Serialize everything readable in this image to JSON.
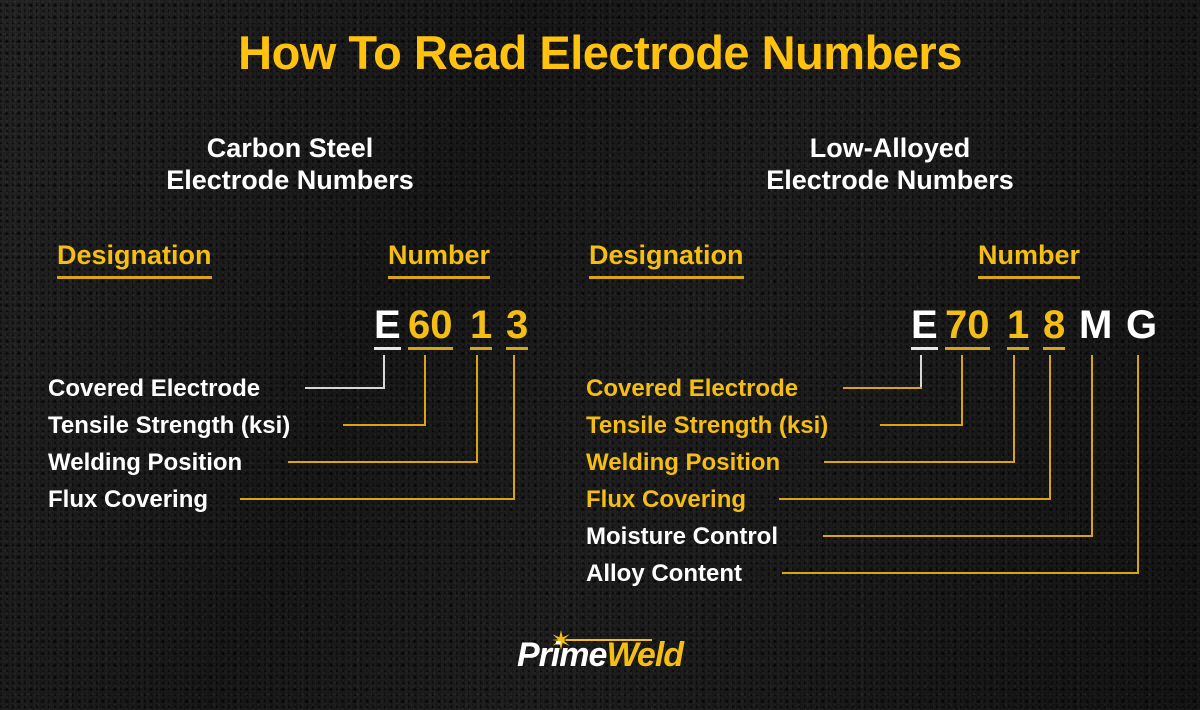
{
  "title": "How To Read Electrode Numbers",
  "colors": {
    "accent_yellow": "#F5BE14",
    "line_yellow": "#D9A514",
    "white": "#FFFFFF",
    "background": "#1B1B1B"
  },
  "panels": [
    {
      "id": "carbon-steel",
      "heading_line1": "Carbon Steel",
      "heading_line2": "Electrode Numbers",
      "column_left": "Designation",
      "column_right": "Number",
      "code_chars": [
        {
          "text": "E",
          "color": "white",
          "underlined": true
        },
        {
          "text": "60",
          "color": "yellow",
          "underlined": true
        },
        {
          "text": "1",
          "color": "yellow",
          "underlined": true
        },
        {
          "text": "3",
          "color": "yellow",
          "underlined": true
        }
      ],
      "rows": [
        {
          "label": "Covered Electrode",
          "color": "white",
          "line": "white"
        },
        {
          "label": "Tensile Strength (ksi)",
          "color": "white",
          "line": "yellow"
        },
        {
          "label": "Welding Position",
          "color": "white",
          "line": "yellow"
        },
        {
          "label": "Flux Covering",
          "color": "white",
          "line": "yellow"
        }
      ]
    },
    {
      "id": "low-alloyed",
      "heading_line1": "Low-Alloyed",
      "heading_line2": "Electrode Numbers",
      "column_left": "Designation",
      "column_right": "Number",
      "code_chars": [
        {
          "text": "E",
          "color": "white",
          "underlined": true
        },
        {
          "text": "70",
          "color": "yellow",
          "underlined": true
        },
        {
          "text": "1",
          "color": "yellow",
          "underlined": true
        },
        {
          "text": "8",
          "color": "yellow",
          "underlined": true
        },
        {
          "text": "M",
          "color": "white",
          "underlined": false
        },
        {
          "text": "G",
          "color": "white",
          "underlined": false
        }
      ],
      "rows": [
        {
          "label": "Covered Electrode",
          "color": "yellow",
          "line": "yellow"
        },
        {
          "label": "Tensile Strength (ksi)",
          "color": "yellow",
          "line": "yellow"
        },
        {
          "label": "Welding Position",
          "color": "yellow",
          "line": "yellow"
        },
        {
          "label": "Flux Covering",
          "color": "yellow",
          "line": "yellow"
        },
        {
          "label": "Moisture Control",
          "color": "white",
          "line": "yellow"
        },
        {
          "label": "Alloy Content",
          "color": "white",
          "line": "yellow"
        }
      ]
    }
  ],
  "logo": {
    "part1": "Prime",
    "part2": "Weld"
  }
}
